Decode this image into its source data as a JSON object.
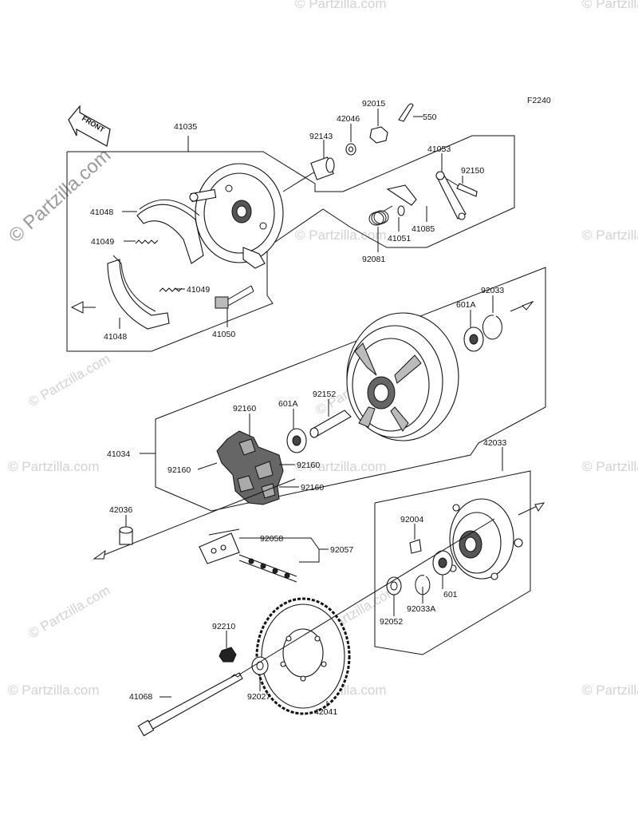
{
  "figure_code": "F2240",
  "front_label": "FRONT",
  "watermark": {
    "main": "© Partzilla.com",
    "small": "© Partzilla.com"
  },
  "labels": {
    "l41035": "41035",
    "l92015": "92015",
    "l42046": "42046",
    "l550": "550",
    "l92143": "92143",
    "l41053": "41053",
    "l92150": "92150",
    "l41048a": "41048",
    "l41049a": "41049",
    "l41049b": "41049",
    "l41048b": "41048",
    "l41050": "41050",
    "l41051": "41051",
    "l41085": "41085",
    "l92081": "92081",
    "l601A_a": "601A",
    "l92033": "92033",
    "l92160_top": "92160",
    "l601A_b": "601A",
    "l92152": "92152",
    "l41034": "41034",
    "l92160_left": "92160",
    "l92160_right": "92160",
    "l92160_bottom": "92160",
    "l42033": "42033",
    "l42036": "42036",
    "l92004": "92004",
    "l92058": "92058",
    "l92057": "92057",
    "l601": "601",
    "l92033A": "92033A",
    "l92052": "92052",
    "l92210": "92210",
    "l41068": "41068",
    "l92027": "92027",
    "l42041": "42041"
  }
}
